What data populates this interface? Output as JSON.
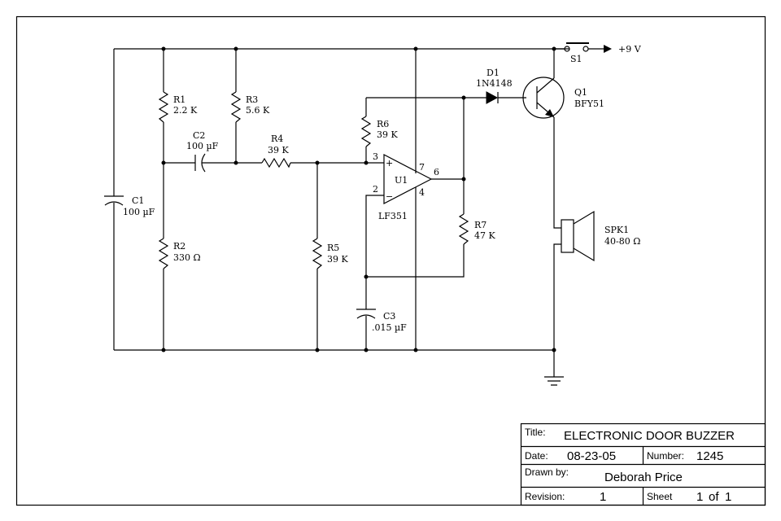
{
  "diagram": {
    "type": "electronic-schematic",
    "components": {
      "C1": {
        "ref": "C1",
        "value": "100 µF"
      },
      "C2": {
        "ref": "C2",
        "value": "100 µF"
      },
      "C3": {
        "ref": "C3",
        "value": ".015 µF"
      },
      "R1": {
        "ref": "R1",
        "value": "2.2 K"
      },
      "R2": {
        "ref": "R2",
        "value": "330 Ω"
      },
      "R3": {
        "ref": "R3",
        "value": "5.6 K"
      },
      "R4": {
        "ref": "R4",
        "value": "39 K"
      },
      "R5": {
        "ref": "R5",
        "value": "39 K"
      },
      "R6": {
        "ref": "R6",
        "value": "39 K"
      },
      "R7": {
        "ref": "R7",
        "value": "47 K"
      },
      "D1": {
        "ref": "D1",
        "value": "1N4148"
      },
      "Q1": {
        "ref": "Q1",
        "value": "BFY51"
      },
      "U1": {
        "ref": "U1",
        "value": "LF351",
        "pins": {
          "in_plus": "3",
          "in_minus": "2",
          "vplus": "7",
          "out": "6",
          "vminus": "4"
        },
        "plus_sign": "+",
        "minus_sign": "−"
      },
      "S1": {
        "ref": "S1"
      },
      "SPK1": {
        "ref": "SPK1",
        "value": "40-80 Ω"
      }
    },
    "supply": "+9 V"
  },
  "title_block": {
    "title_label": "Title:",
    "title": "ELECTRONIC DOOR BUZZER",
    "date_label": "Date:",
    "date": "08-23-05",
    "number_label": "Number:",
    "number": "1245",
    "drawn_by_label": "Drawn by:",
    "drawn_by": "Deborah Price",
    "revision_label": "Revision:",
    "revision": "1",
    "sheet_label": "Sheet",
    "sheet": "1",
    "sheet_of_label": "of",
    "sheet_total": "1"
  }
}
